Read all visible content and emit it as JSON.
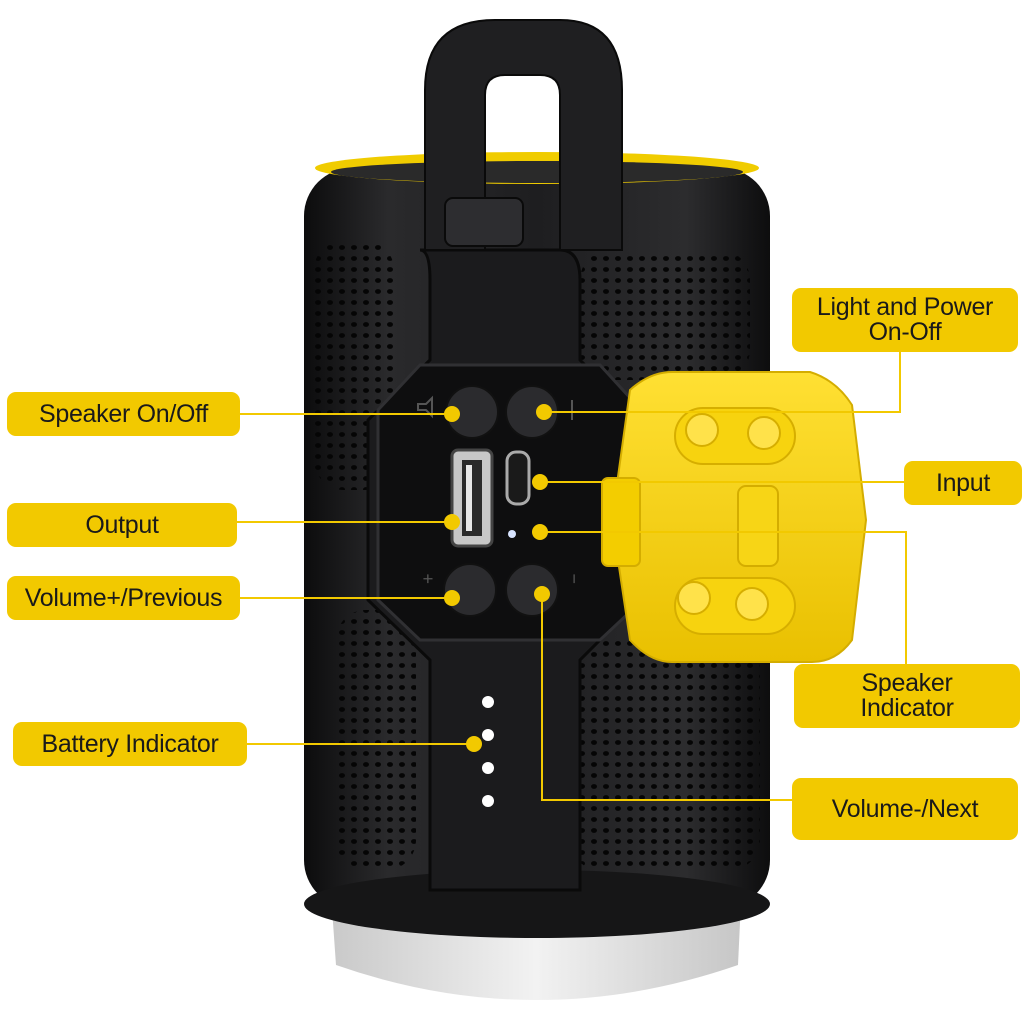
{
  "labels": {
    "light_power": [
      "Light and Power",
      "On-Off"
    ],
    "input": "Input",
    "speaker_indicator": [
      "Speaker",
      "Indicator"
    ],
    "volume_next": "Volume-/Next",
    "speaker_on_off": "Speaker On/Off",
    "output": "Output",
    "volume_previous": "Volume+/Previous",
    "battery_indicator": "Battery Indicator"
  },
  "device_markings": {
    "minus_icon": "−",
    "plus_icon": "+"
  },
  "colors": {
    "label_fill": "#f2c900",
    "leader_line": "#f2c900",
    "device_body": "#1c1c1e",
    "cap": "#f5d000",
    "base": "#e4e4e4",
    "led": "#ffffff"
  }
}
